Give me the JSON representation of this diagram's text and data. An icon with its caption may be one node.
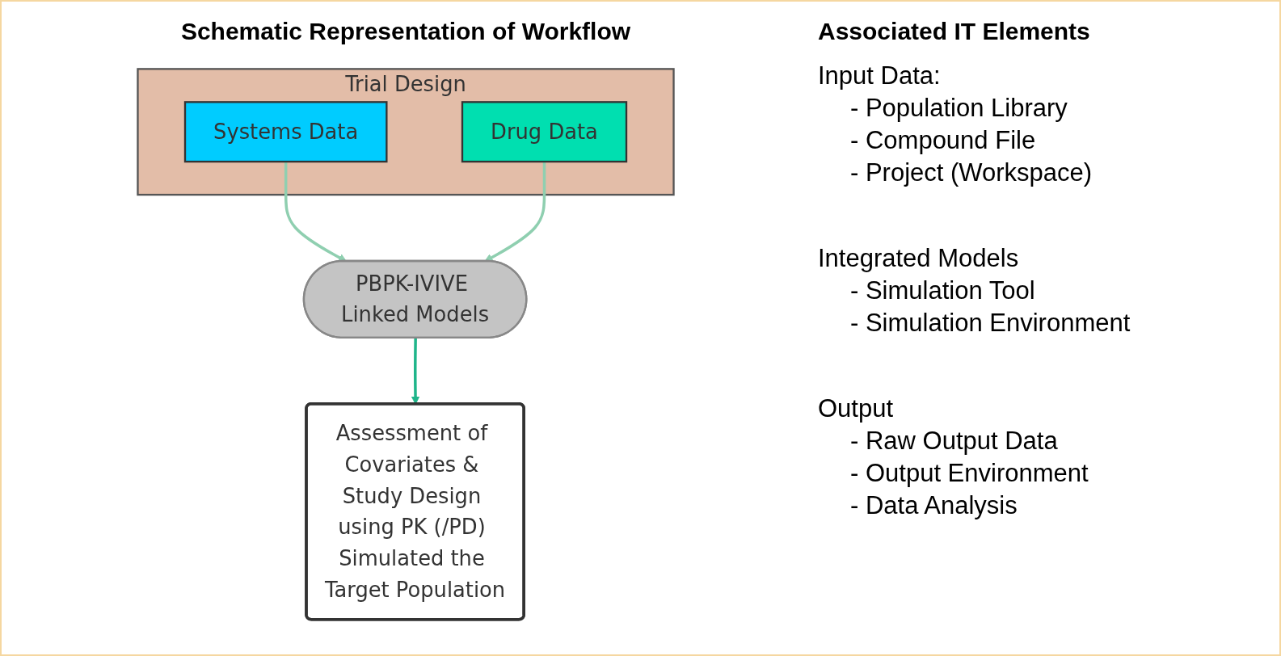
{
  "diagram": {
    "nodes": [
      {
        "text": [
          "Trial Design"
        ]
      },
      {
        "text": [
          "Systems Data"
        ],
        "in": 0
      },
      {
        "text": [
          "Drug Data"
        ],
        "in": 0
      },
      {
        "text": [
          "PBPK-IVIVE Linked Models"
        ]
      },
      {
        "text": [
          "Assessment of Covariates & Study Design using PK (/PD) Simulated the Target Population"
        ]
      }
    ],
    "edges": [
      {
        "from": 1,
        "to": 3,
        "arrow": "to"
      },
      {
        "from": 2,
        "to": 3,
        "arrow": "to"
      },
      {
        "from": 3,
        "to": 4,
        "arrow": "to",
        "color": "#1fb58a"
      }
    ],
    "labels": [
      "Schematic Representation of Workflow",
      "Associated IT Elements",
      "Input Data:",
      "- Population Library",
      "- Compound File",
      "- Project (Workspace)",
      "Integrated Models",
      "- Simulation Tool",
      "- Simulation Environment",
      "Output",
      "- Raw Output Data",
      "- Output Environment",
      "- Data Analysis"
    ]
  }
}
